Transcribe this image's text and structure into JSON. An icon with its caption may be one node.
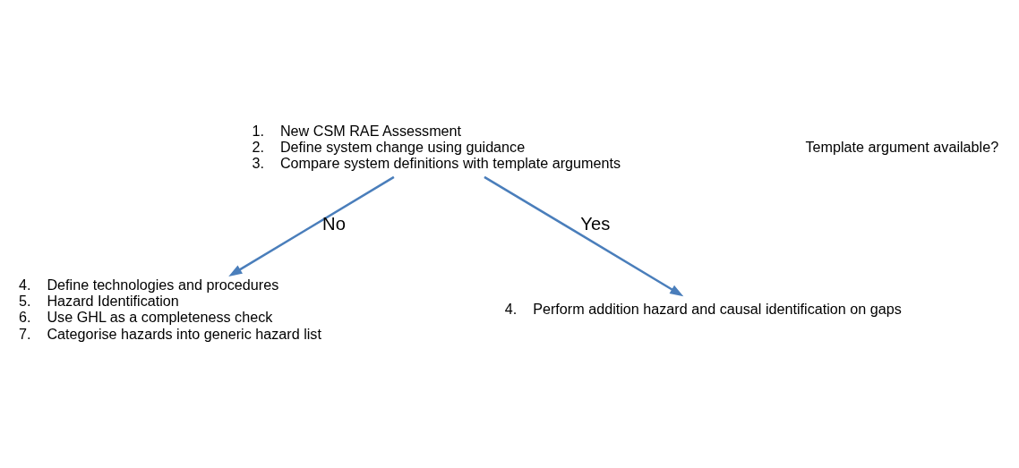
{
  "diagram": {
    "nodes": [
      {
        "text": [
          "1.    New CSM RAE Assessment",
          "2.    Define system change using guidance",
          "3.    Compare system definitions with template arguments"
        ]
      },
      {
        "text": [
          "4.    Define technologies and procedures",
          "5.    Hazard Identification",
          "6.    Use GHL as a completeness check",
          "7.    Categorise hazards into generic hazard list"
        ]
      },
      {
        "text": [
          "4.    Perform addition hazard and causal identification on gaps"
        ]
      }
    ],
    "edges": [
      {
        "from": 0,
        "to": 1,
        "arrow": "to",
        "label": "No"
      },
      {
        "from": 0,
        "to": 2,
        "arrow": "to",
        "label": "Yes"
      }
    ],
    "labels": [
      "Template argument available?"
    ]
  }
}
